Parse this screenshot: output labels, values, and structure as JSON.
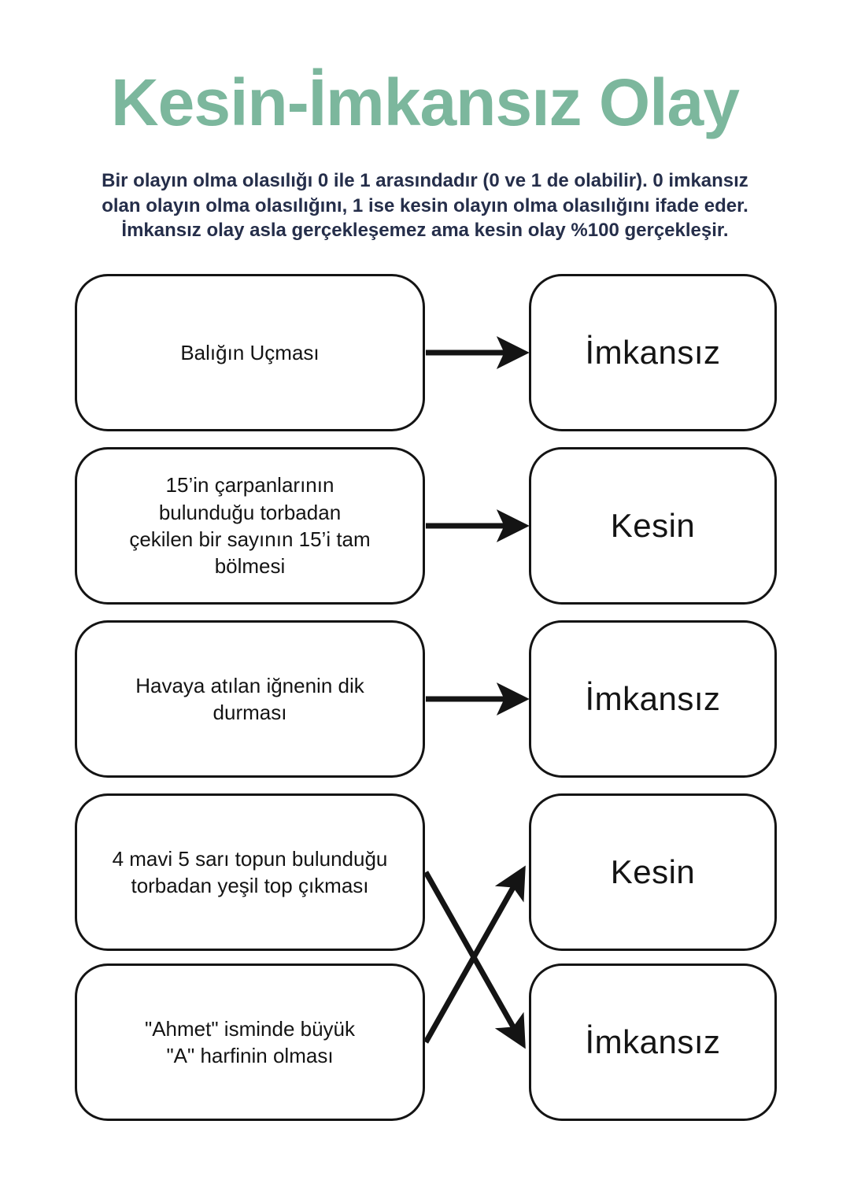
{
  "page": {
    "title": "Kesin-İmkansız Olay",
    "intro_lines": [
      "Bir olayın olma olasılığı 0 ile 1 arasındadır (0 ve 1 de olabilir). 0 imkansız",
      "olan olayın olma olasılığını, 1 ise kesin olayın olma olasılığını ifade eder.",
      "İmkansız olay asla gerçekleşemez ama kesin olay %100 gerçekleşir."
    ],
    "colors": {
      "title_green": "#7cb79d",
      "intro_navy": "#252e4a",
      "ink": "#141414",
      "paper": "#ffffff"
    }
  },
  "diagram": {
    "rows": [
      {
        "event_lines": [
          "Balığın Uçması"
        ],
        "label": "İmkansız"
      },
      {
        "event_lines": [
          "15’in çarpanlarının",
          "bulunduğu torbadan",
          "çekilen bir sayının 15’i tam",
          "bölmesi"
        ],
        "label": "Kesin"
      },
      {
        "event_lines": [
          "Havaya atılan iğnenin dik",
          "durması"
        ],
        "label": "İmkansız"
      },
      {
        "event_lines": [
          "4 mavi 5 sarı topun bulunduğu",
          "torbadan yeşil top çıkması"
        ],
        "label": "Kesin"
      },
      {
        "event_lines": [
          "\"Ahmet\" isminde büyük",
          "\"A\" harfinin olması"
        ],
        "label": "İmkansız"
      }
    ],
    "connections": [
      {
        "from": 0,
        "to": 0
      },
      {
        "from": 1,
        "to": 1
      },
      {
        "from": 2,
        "to": 2
      },
      {
        "from": 3,
        "to": 4
      },
      {
        "from": 4,
        "to": 3
      }
    ]
  }
}
